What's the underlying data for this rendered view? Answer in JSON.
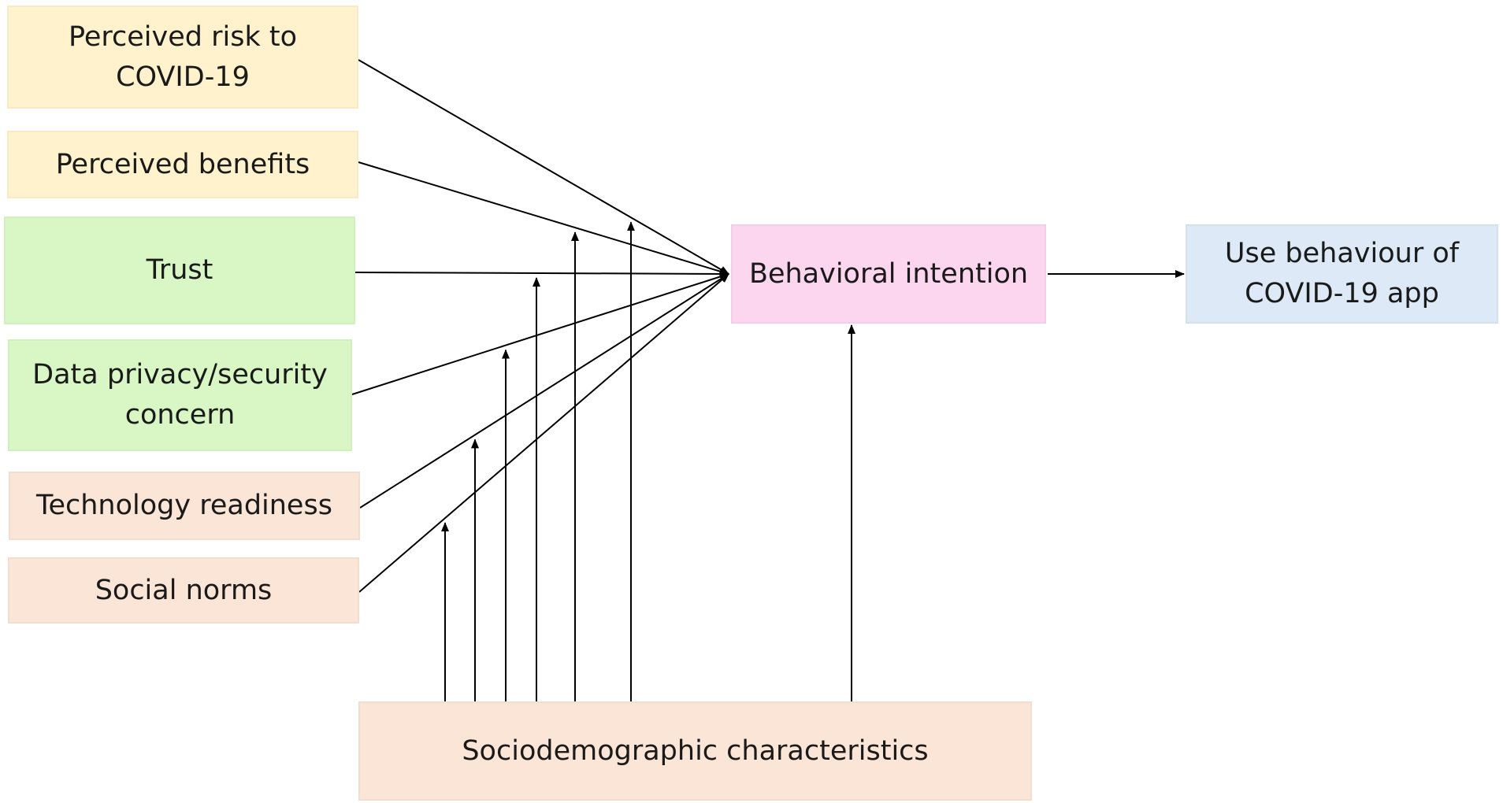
{
  "nodes": {
    "risk": {
      "label": "Perceived risk to\nCOVID-19",
      "color": "#fff2cc"
    },
    "benefits": {
      "label": "Perceived benefits",
      "color": "#fff2cc"
    },
    "trust": {
      "label": "Trust",
      "color": "#d9f7c5"
    },
    "privacy": {
      "label": "Data privacy/security\nconcern",
      "color": "#d9f7c5"
    },
    "readiness": {
      "label": "Technology readiness",
      "color": "#fbe5d6"
    },
    "norms": {
      "label": "Social norms",
      "color": "#fbe5d6"
    },
    "intention": {
      "label": "Behavioral intention",
      "color": "#fcd5ee"
    },
    "use": {
      "label": "Use behaviour of\nCOVID-19 app",
      "color": "#dde9f7"
    },
    "socio": {
      "label": "Sociodemographic characteristics",
      "color": "#fbe5d6"
    }
  },
  "edges": [
    {
      "from": "risk",
      "to": "intention"
    },
    {
      "from": "benefits",
      "to": "intention"
    },
    {
      "from": "trust",
      "to": "intention"
    },
    {
      "from": "privacy",
      "to": "intention"
    },
    {
      "from": "readiness",
      "to": "intention"
    },
    {
      "from": "norms",
      "to": "intention"
    },
    {
      "from": "intention",
      "to": "use"
    },
    {
      "from": "socio",
      "to": "intention"
    },
    {
      "from": "socio",
      "moderates": "norms"
    },
    {
      "from": "socio",
      "moderates": "readiness"
    },
    {
      "from": "socio",
      "moderates": "privacy"
    },
    {
      "from": "socio",
      "moderates": "trust"
    },
    {
      "from": "socio",
      "moderates": "benefits"
    },
    {
      "from": "socio",
      "moderates": "risk"
    }
  ]
}
